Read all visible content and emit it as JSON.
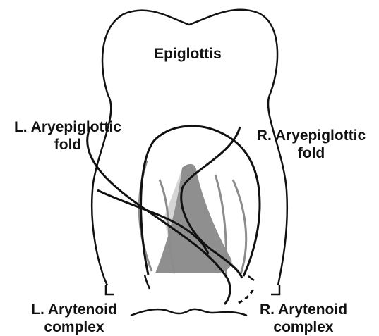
{
  "labels": {
    "epiglottis": "Epiglottis",
    "left_fold_line1": "L. Aryepiglottic",
    "left_fold_line2": "fold",
    "right_fold_line1": "R. Aryepiglottic",
    "right_fold_line2": "fold",
    "left_arytenoid_line1": "L. Arytenoid",
    "left_arytenoid_line2": "complex",
    "right_arytenoid_line1": "R. Arytenoid",
    "right_arytenoid_line2": "complex"
  },
  "colors": {
    "outline": "#111111",
    "gray_line": "#8c8c8c",
    "light_fill": "#d6d6d6",
    "dark_fill": "#8f8f8f"
  }
}
